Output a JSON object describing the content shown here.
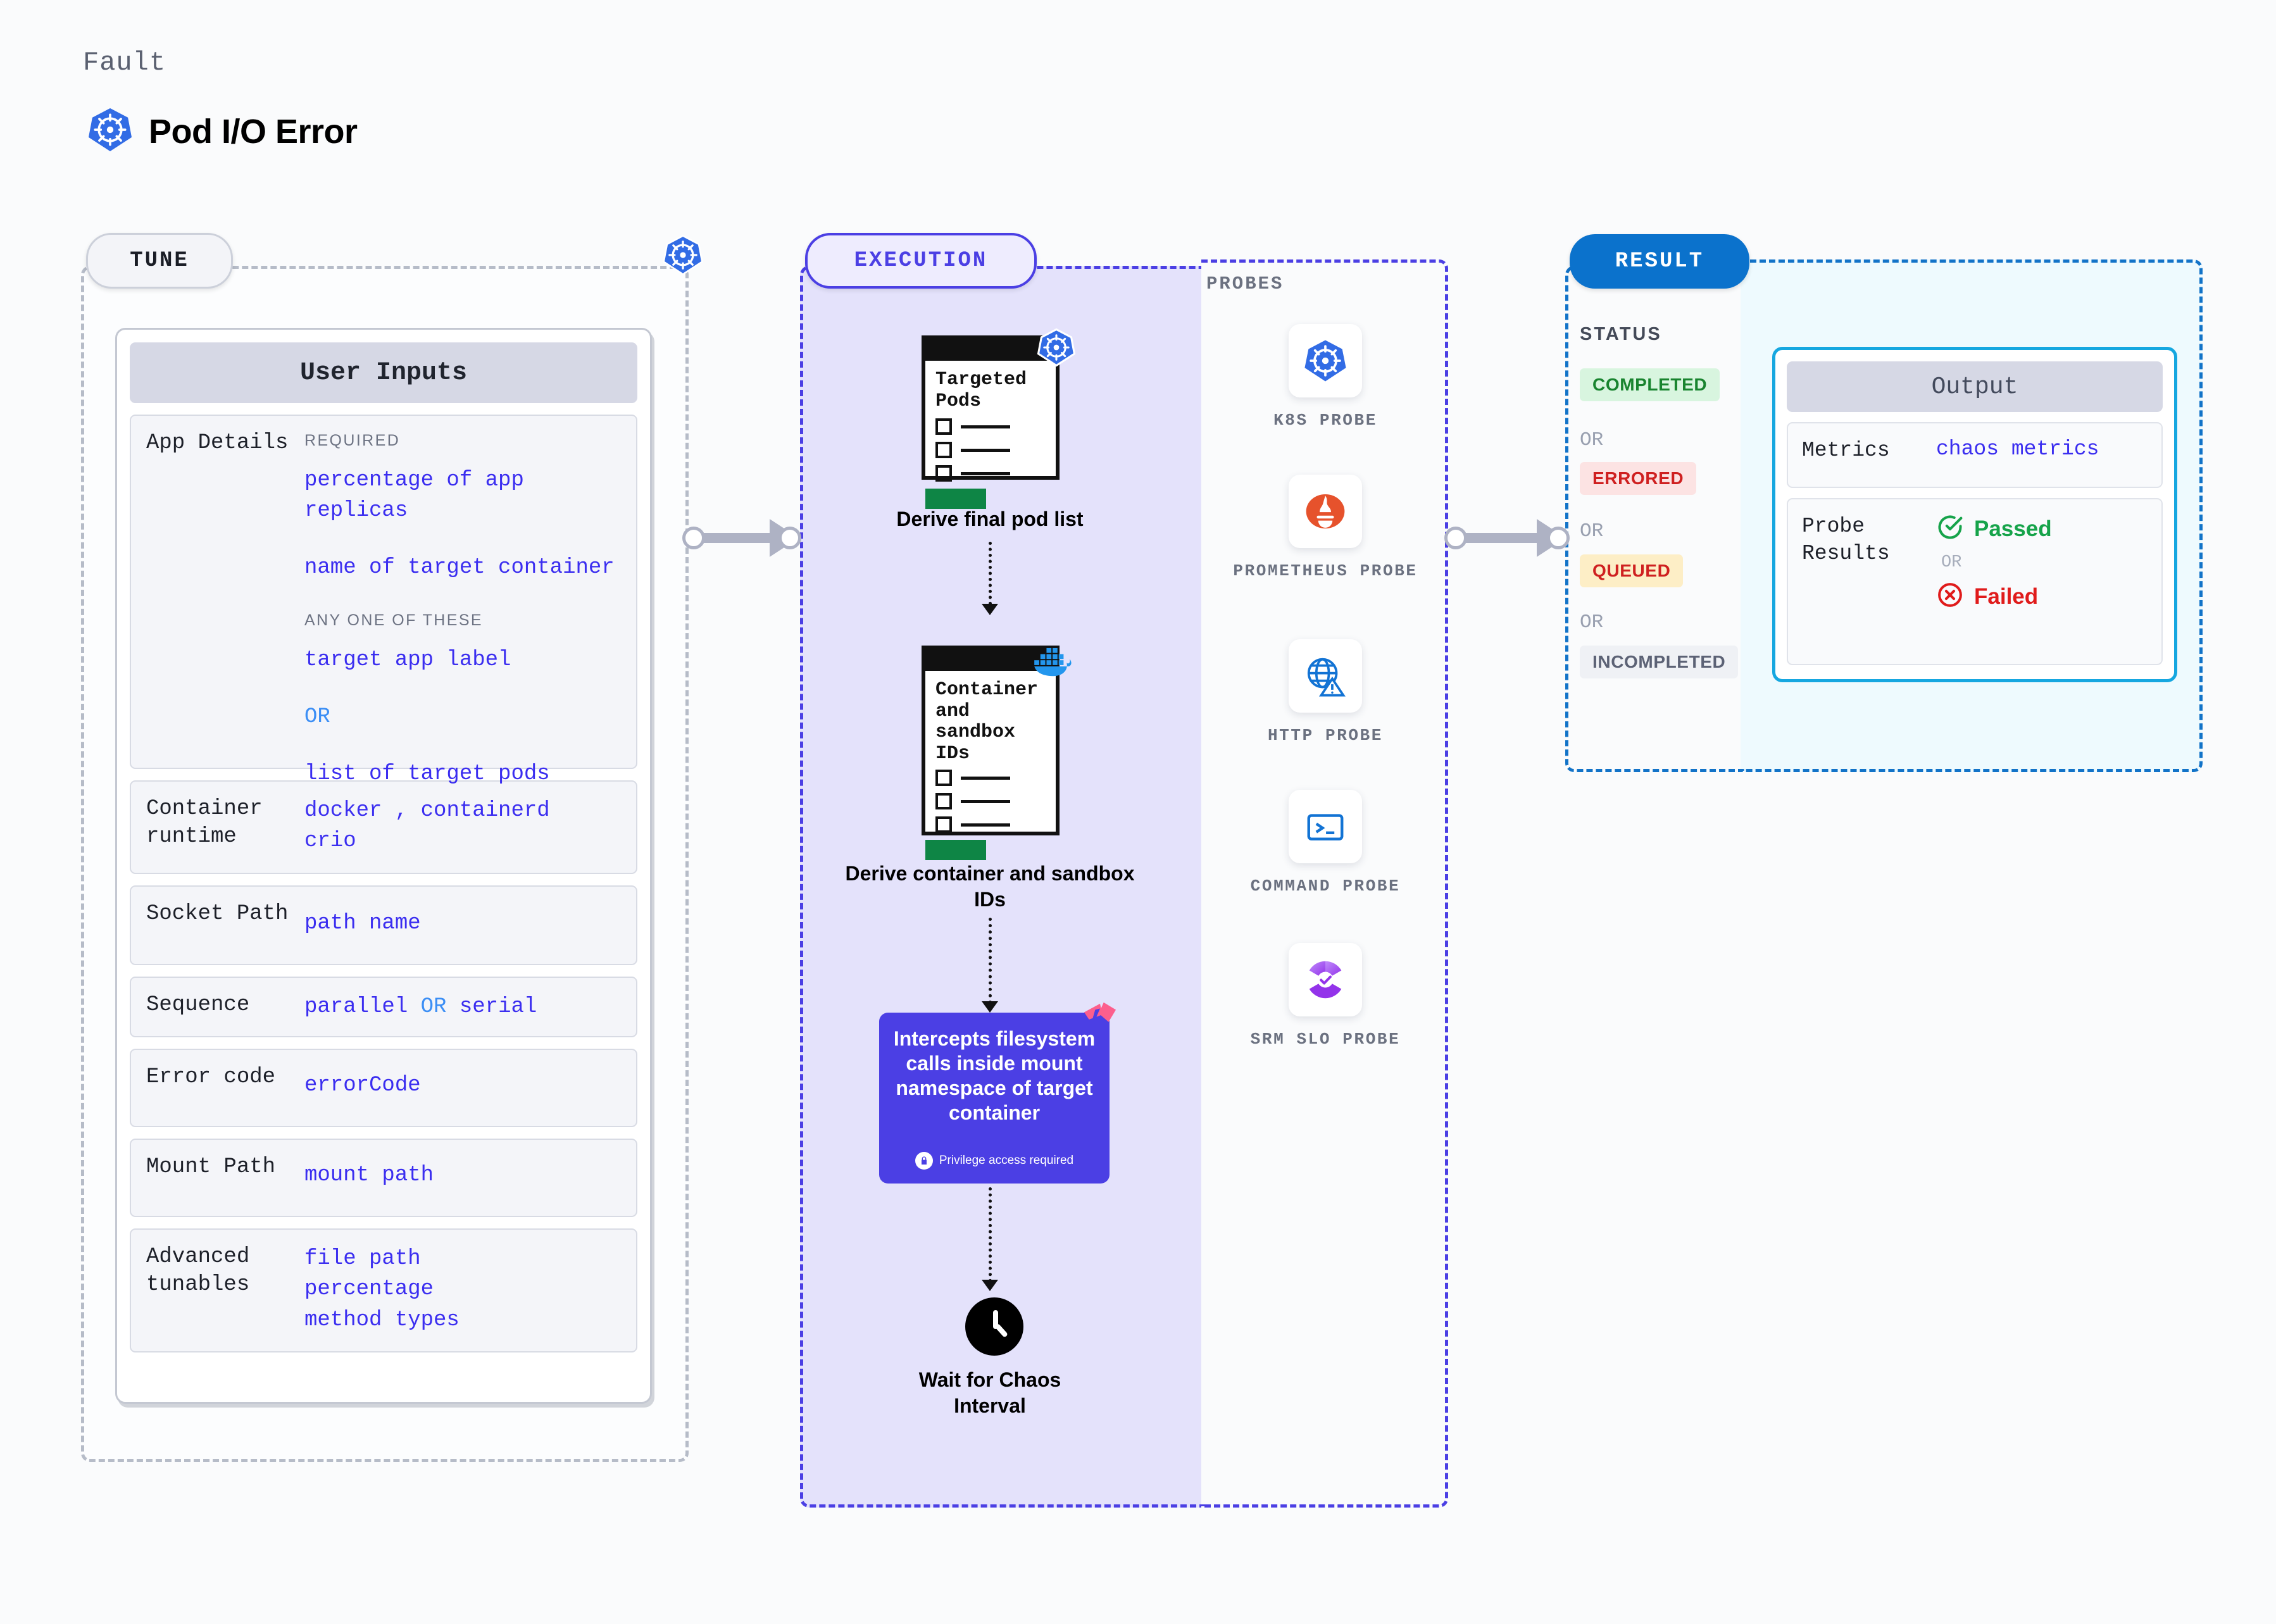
{
  "header": {
    "eyebrow": "Fault",
    "title": "Pod I/O Error",
    "icon": "kubernetes-icon"
  },
  "sections": {
    "tune": {
      "pill": "TUNE"
    },
    "execution": {
      "pill": "EXECUTION"
    },
    "probes": {
      "caption": "PROBES"
    },
    "result": {
      "pill": "RESULT",
      "status_caption": "STATUS"
    }
  },
  "user_inputs": {
    "title": "User Inputs",
    "rows": [
      {
        "label": "App Details",
        "required_caption": "REQUIRED",
        "required_values": [
          "percentage of app replicas",
          "name of target container"
        ],
        "anyone_caption": "ANY ONE OF THESE",
        "anyone_values": [
          "target app label",
          "list of target pods"
        ],
        "or": "OR"
      },
      {
        "label": "Container runtime",
        "values": [
          "docker",
          "containerd",
          "crio"
        ]
      },
      {
        "label": "Socket Path",
        "values": [
          "path name"
        ]
      },
      {
        "label": "Sequence",
        "values": [
          "parallel",
          "serial"
        ],
        "or": "OR"
      },
      {
        "label": "Error code",
        "values": [
          "errorCode"
        ]
      },
      {
        "label": "Mount Path",
        "values": [
          "mount path"
        ]
      },
      {
        "label": "Advanced tunables",
        "values": [
          "file path",
          "percentage",
          "method types"
        ]
      }
    ]
  },
  "execution_flow": {
    "nodes": [
      {
        "doc_title": "Targeted Pods",
        "caption": "Derive final pod list",
        "badge_icon": "kubernetes-icon"
      },
      {
        "doc_title": "Container and sandbox IDs",
        "caption": "Derive container and sandbox IDs",
        "badge_icon": "docker-icon"
      }
    ],
    "action_box": {
      "text": "Intercepts filesystem calls inside mount namespace of target container",
      "note": "Privilege access required",
      "note_icon": "lock-icon",
      "corner_icon": "litmus-icon",
      "color": "#4b3fe4"
    },
    "wait_node": {
      "icon": "clock-icon",
      "caption": "Wait for Chaos Interval"
    }
  },
  "probes": [
    {
      "label": "K8S PROBE",
      "icon": "kubernetes-icon"
    },
    {
      "label": "PROMETHEUS PROBE",
      "icon": "prometheus-icon"
    },
    {
      "label": "HTTP PROBE",
      "icon": "http-globe-warning-icon"
    },
    {
      "label": "COMMAND PROBE",
      "icon": "terminal-icon"
    },
    {
      "label": "SRM SLO PROBE",
      "icon": "srm-slo-icon"
    }
  ],
  "result": {
    "statuses": [
      {
        "label": "COMPLETED",
        "bg": "#d8f5df",
        "fg": "#19842f"
      },
      {
        "label": "ERRORED",
        "bg": "#fce3e3",
        "fg": "#cf2020"
      },
      {
        "label": "QUEUED",
        "bg": "#fdeec6",
        "fg": "#cf2020"
      },
      {
        "label": "INCOMPLETED",
        "bg": "#eff1f5",
        "fg": "#5c6275"
      }
    ],
    "or": "OR"
  },
  "output": {
    "title": "Output",
    "metrics_label": "Metrics",
    "metrics_value": "chaos metrics",
    "probe_results_label": "Probe Results",
    "passed": "Passed",
    "failed": "Failed",
    "or": "OR"
  }
}
